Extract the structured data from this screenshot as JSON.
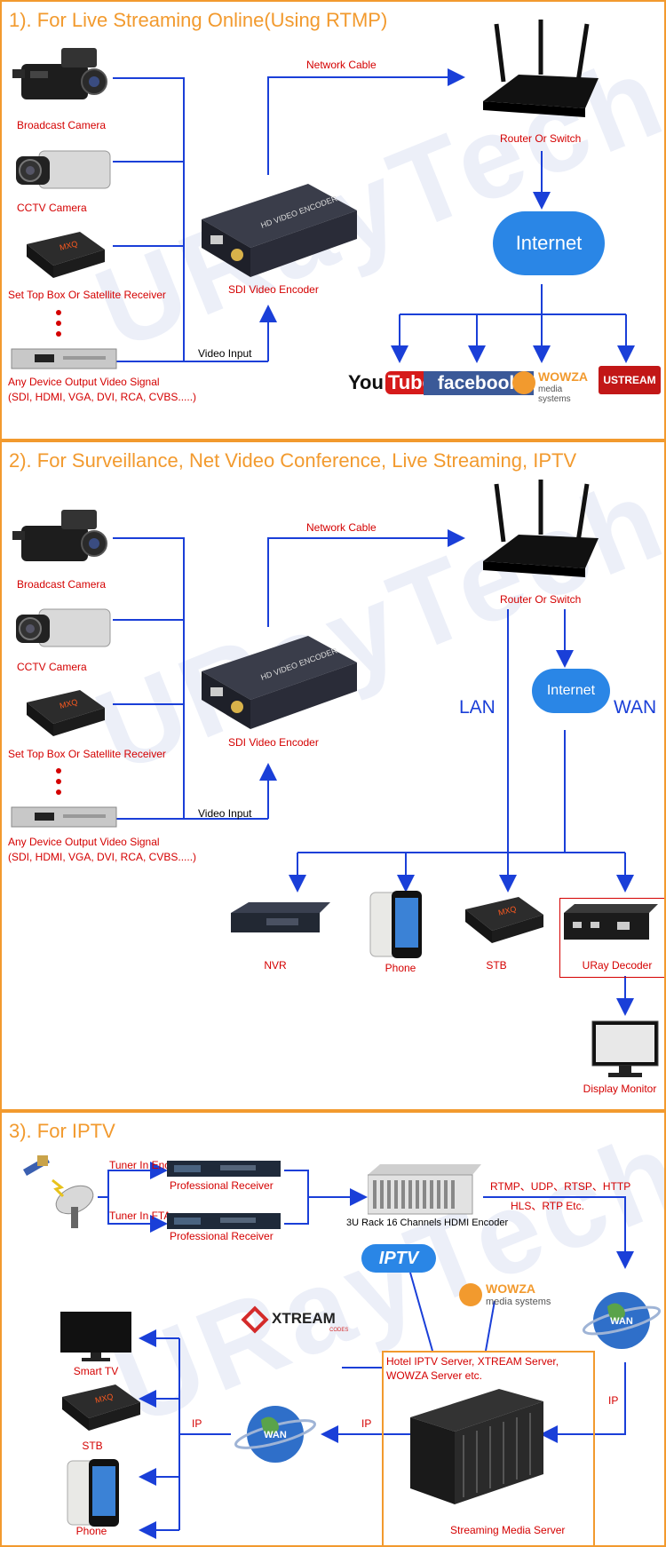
{
  "section1": {
    "title": "1). For Live Streaming Online(Using RTMP)",
    "devices": [
      "Broadcast Camera",
      "CCTV Camera",
      "Set Top Box Or Satellite Receiver",
      "Any Device Output Video Signal",
      "(SDI, HDMI, VGA, DVI, RCA, CVBS.....)"
    ],
    "encoder": "SDI Video Encoder",
    "encoder_face": "HD VIDEO ENCODER",
    "network_cable": "Network Cable",
    "video_input": "Video Input",
    "router": "Router Or Switch",
    "internet": "Internet",
    "platforms": {
      "youtube_you": "You",
      "youtube_tube": "Tube",
      "facebook": "facebook",
      "wowza": "WOWZA",
      "wowza_sub": "media systems",
      "ustream": "USTREAM"
    }
  },
  "section2": {
    "title": "2). For Surveillance, Net Video Conference, Live Streaming, IPTV",
    "devices": [
      "Broadcast Camera",
      "CCTV Camera",
      "Set Top Box Or Satellite Receiver",
      "Any Device Output Video Signal",
      "(SDI, HDMI, VGA, DVI, RCA, CVBS.....)"
    ],
    "encoder": "SDI Video Encoder",
    "encoder_face": "HD VIDEO ENCODER",
    "network_cable": "Network Cable",
    "video_input": "Video Input",
    "router": "Router Or Switch",
    "internet": "Internet",
    "lan": "LAN",
    "wan": "WAN",
    "outputs": [
      "NVR",
      "Phone",
      "STB",
      "URay Decoder"
    ],
    "display": "Display Monitor"
  },
  "section3": {
    "title": "3). For IPTV",
    "tuner_encrypt": "Tuner In Encrypt",
    "tuner_fta": "Tuner In FTA",
    "receiver": "Professional Receiver",
    "encoder": "3U Rack 16 Channels HDMI Encoder",
    "protocols_line1": "RTMP、UDP、RTSP、HTTP",
    "protocols_line2": "HLS、RTP Etc.",
    "iptv": "IPTV",
    "wowza": "WOWZA",
    "wowza_sub": "media systems",
    "xtream": "XTREAM",
    "xtream_sub": "CODES",
    "wan": "WAN",
    "server_note": "Hotel IPTV Server, XTREAM Server, WOWZA Server etc.",
    "server": "Streaming Media Server",
    "ip": "IP",
    "clients": [
      "Smart TV",
      "STB",
      "Phone"
    ]
  },
  "watermark": "URayTech"
}
